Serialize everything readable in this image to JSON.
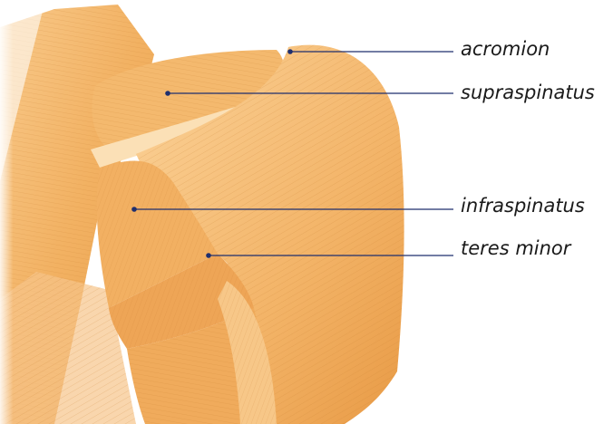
{
  "labels": {
    "acromion": "acromion",
    "supraspinatus": "supraspinatus",
    "infraspinatus": "infraspinatus",
    "teres_minor": "teres minor"
  },
  "colors": {
    "muscle_base": "#f3b76b",
    "muscle_light": "#fbd9a6",
    "muscle_dark": "#d98f3b",
    "leader_line": "#1f2f6e"
  }
}
